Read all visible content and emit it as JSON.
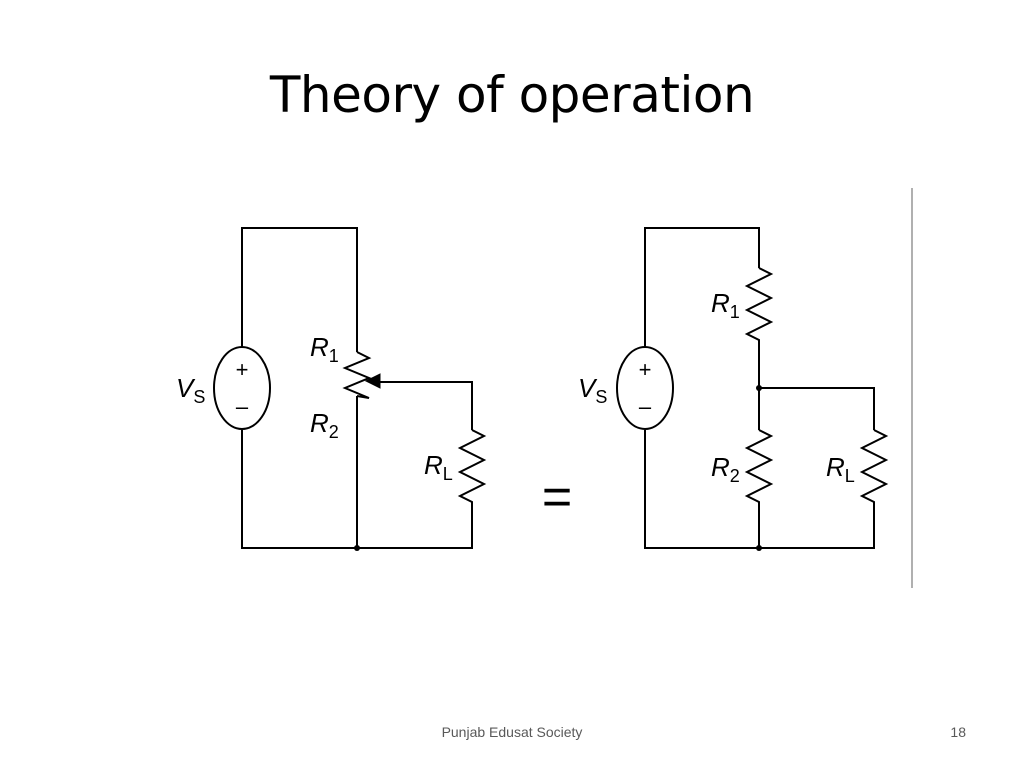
{
  "slide": {
    "title": "Theory of operation",
    "footer": "Punjab Edusat Society",
    "page_number": "18"
  },
  "left_circuit": {
    "source": {
      "symbol": "V",
      "subscript": "S",
      "plus": "+",
      "minus": "–"
    },
    "r1": {
      "symbol": "R",
      "subscript": "1"
    },
    "r2": {
      "symbol": "R",
      "subscript": "2"
    },
    "rl": {
      "symbol": "R",
      "subscript": "L"
    }
  },
  "equals_sign": "=",
  "right_circuit": {
    "source": {
      "symbol": "V",
      "subscript": "S",
      "plus": "+",
      "minus": "–"
    },
    "r1": {
      "symbol": "R",
      "subscript": "1"
    },
    "r2": {
      "symbol": "R",
      "subscript": "2"
    },
    "rl": {
      "symbol": "R",
      "subscript": "L"
    }
  }
}
